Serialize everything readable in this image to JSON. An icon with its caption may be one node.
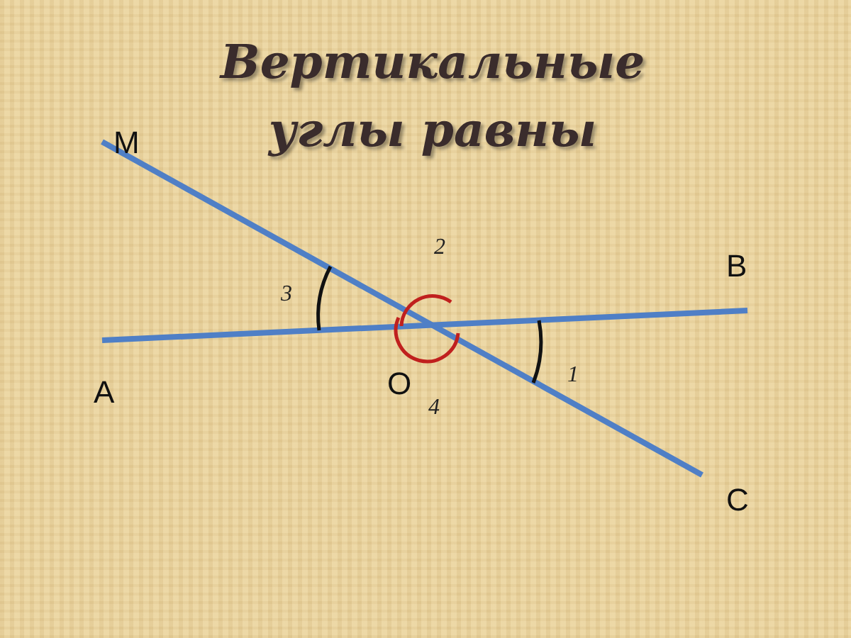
{
  "diagram": {
    "title": "Вертикальные углы равны",
    "labels": [
      "M",
      "2",
      "B",
      "3",
      "A",
      "O",
      "1",
      "4",
      "C"
    ]
  }
}
